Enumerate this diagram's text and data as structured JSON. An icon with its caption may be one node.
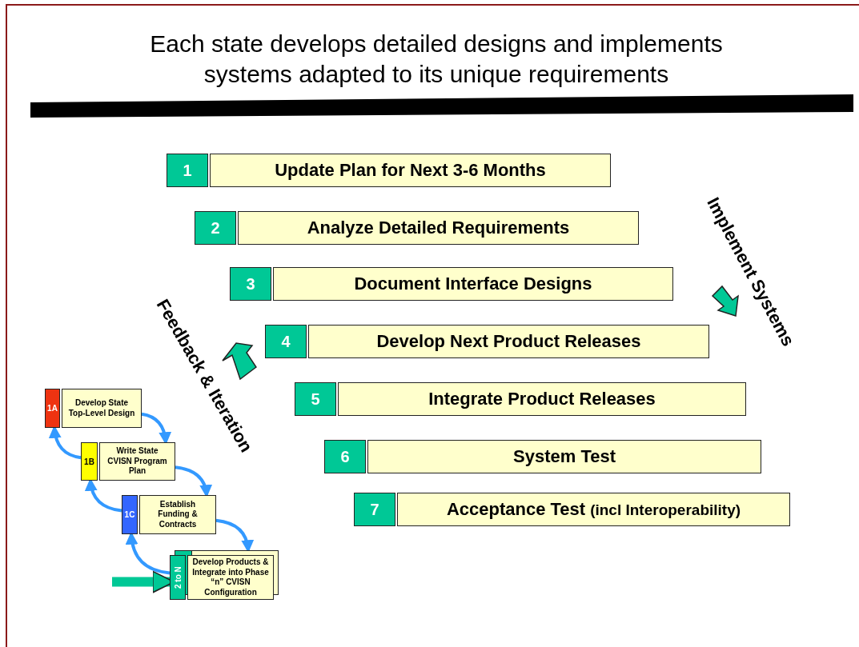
{
  "diagram": {
    "title": "Each state develops detailed designs and implements systems adapted to its unique requirements",
    "nodes": [
      {
        "text": [
          "1",
          "Update Plan for Next 3-6 Months"
        ]
      },
      {
        "text": [
          "2",
          "Analyze Detailed Requirements"
        ]
      },
      {
        "text": [
          "3",
          "Document Interface Designs"
        ]
      },
      {
        "text": [
          "4",
          "Develop Next Product Releases"
        ]
      },
      {
        "text": [
          "5",
          "Integrate Product Releases"
        ]
      },
      {
        "text": [
          "6",
          "System Test"
        ]
      },
      {
        "text": [
          "7",
          "Acceptance Test",
          "(incl Interoperability)"
        ]
      },
      {
        "text": [
          "1A",
          "Develop State Top-Level Design"
        ]
      },
      {
        "text": [
          "1B",
          "Write State CVISN Program Plan"
        ]
      },
      {
        "text": [
          "1C",
          "Establish Funding & Contracts"
        ]
      },
      {
        "text": [
          "2 to N",
          "Develop Products & Integrate into Phase “n” CVISN Configuration"
        ]
      }
    ],
    "edges": [
      {
        "from": 7,
        "to": 8,
        "arrow": "to"
      },
      {
        "from": 8,
        "to": 7,
        "arrow": "to"
      },
      {
        "from": 8,
        "to": 9,
        "arrow": "to"
      },
      {
        "from": 9,
        "to": 8,
        "arrow": "to"
      },
      {
        "from": 9,
        "to": 10,
        "arrow": "to"
      },
      {
        "from": 10,
        "to": 9,
        "arrow": "to"
      },
      {
        "from": null,
        "to": 10,
        "arrow": "to",
        "style": "thick",
        "color": "#00c896"
      }
    ],
    "labels": [
      "Implement Systems",
      "Feedback & Iteration"
    ]
  }
}
